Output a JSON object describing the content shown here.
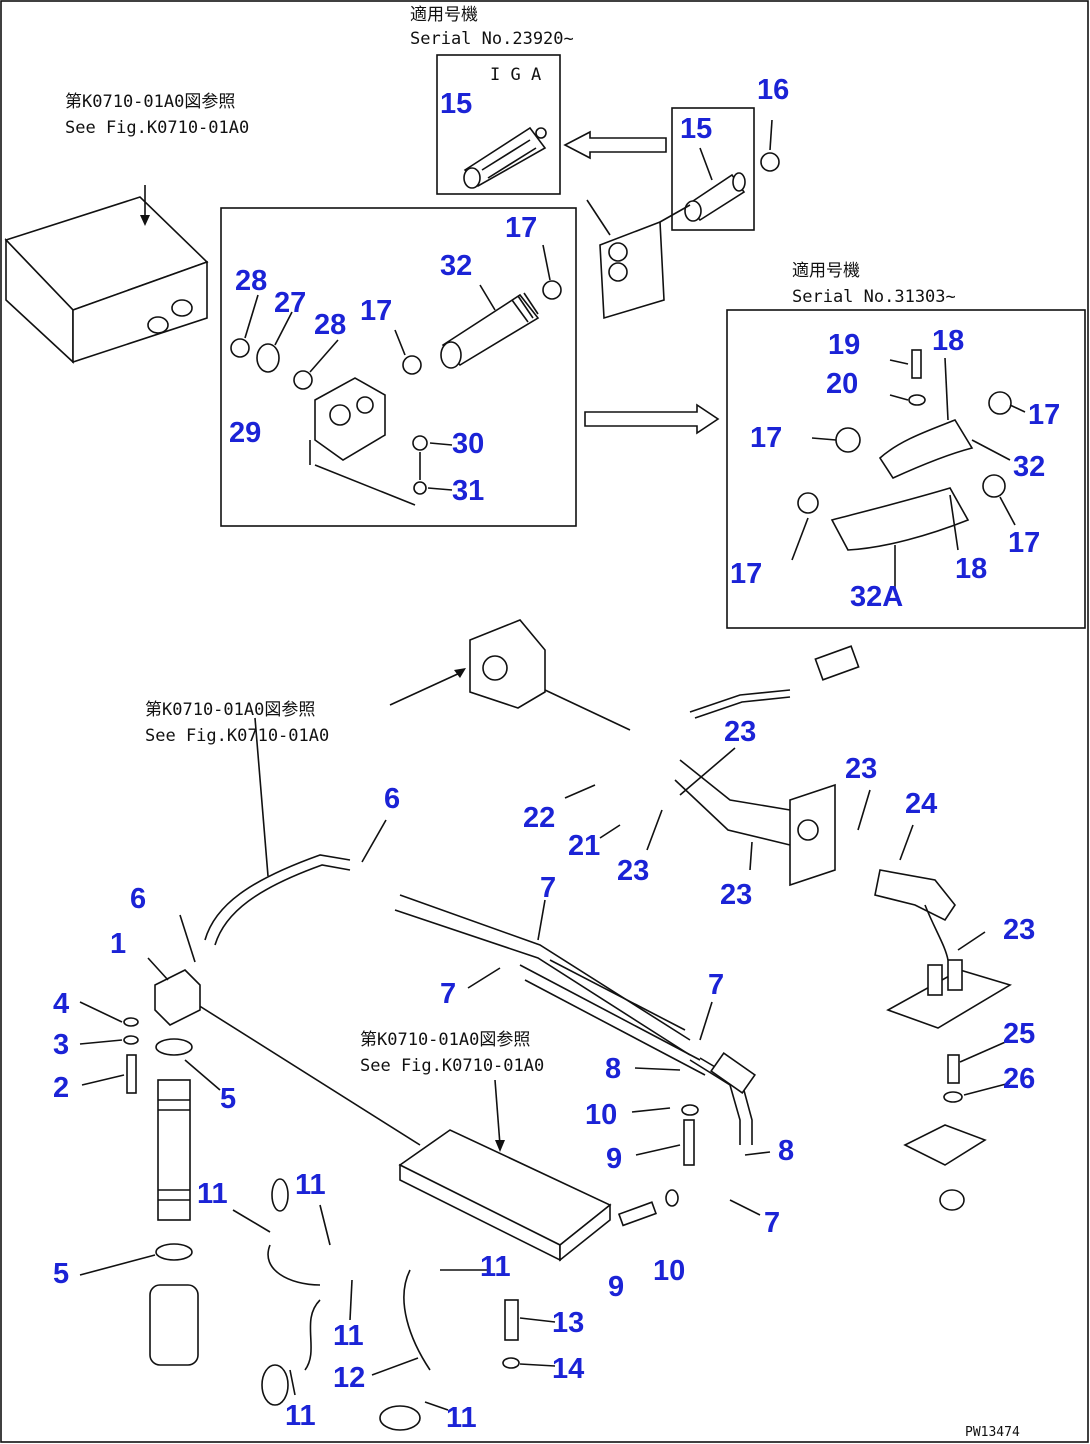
{
  "notes": {
    "serial_top_jp": "適用号機",
    "serial_top_en": "Serial No.23920~",
    "box_small_label": "I G A",
    "ref_upper_jp": "第K0710-01A0図参照",
    "ref_upper_en": "See Fig.K0710-01A0",
    "serial_right_jp": "適用号機",
    "serial_right_en": "Serial No.31303~",
    "ref_mid_jp": "第K0710-01A0図参照",
    "ref_mid_en": "See Fig.K0710-01A0",
    "ref_low_jp": "第K0710-01A0図参照",
    "ref_low_en": "See Fig.K0710-01A0",
    "drawing_code": "PW13474"
  },
  "labels": {
    "p1": "1",
    "p2": "2",
    "p3": "3",
    "p4": "4",
    "p5a": "5",
    "p5b": "5",
    "p6a": "6",
    "p6b": "6",
    "p7a": "7",
    "p7b": "7",
    "p7c": "7",
    "p7d": "7",
    "p8a": "8",
    "p8b": "8",
    "p9a": "9",
    "p9b": "9",
    "p10a": "10",
    "p10b": "10",
    "p11a": "11",
    "p11b": "11",
    "p11c": "11",
    "p11d": "11",
    "p11e": "11",
    "p11f": "11",
    "p12": "12",
    "p13": "13",
    "p14": "14",
    "p15a": "15",
    "p15b": "15",
    "p16": "16",
    "p17a": "17",
    "p17b": "17",
    "p17c": "17",
    "p17d": "17",
    "p17e": "17",
    "p17f": "17",
    "p18a": "18",
    "p18b": "18",
    "p19": "19",
    "p20": "20",
    "p21": "21",
    "p22": "22",
    "p23a": "23",
    "p23b": "23",
    "p23c": "23",
    "p23d": "23",
    "p23e": "23",
    "p24": "24",
    "p25": "25",
    "p26": "26",
    "p27": "27",
    "p28a": "28",
    "p28b": "28",
    "p29": "29",
    "p30": "30",
    "p31": "31",
    "p32a": "32",
    "p32b": "32",
    "p32A": "32A"
  }
}
